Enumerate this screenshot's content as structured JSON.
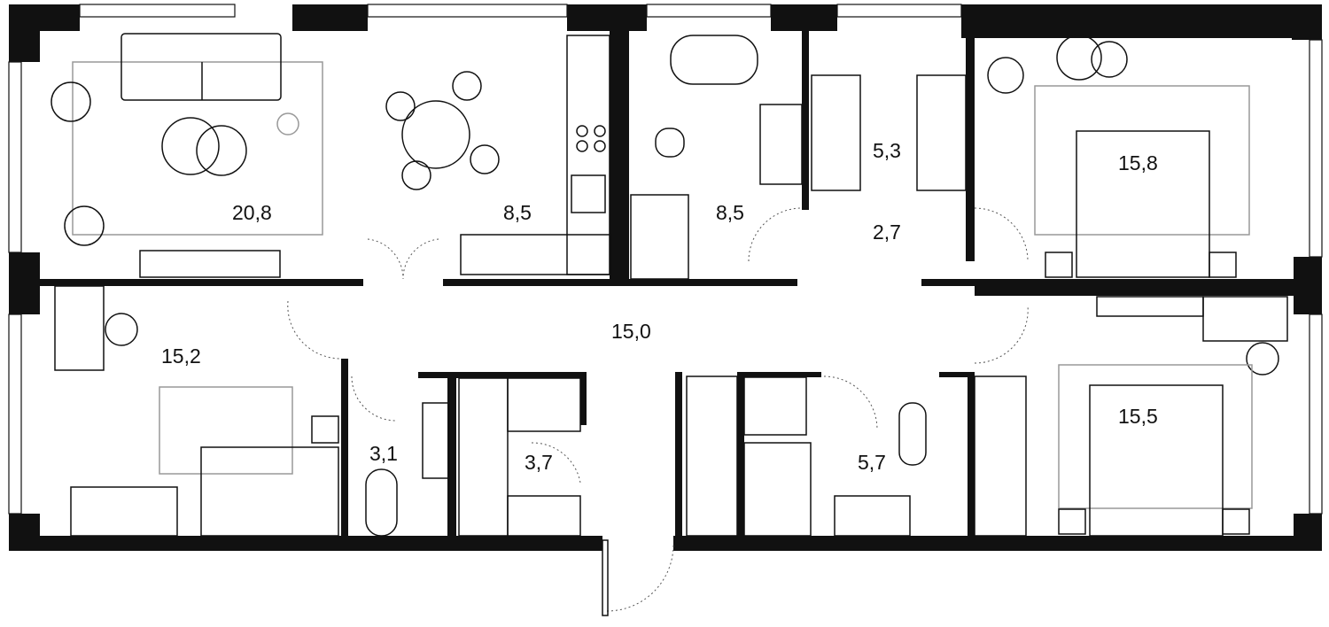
{
  "plan": {
    "rooms": [
      {
        "id": "living",
        "area": "20,8"
      },
      {
        "id": "kitchen",
        "area": "8,5"
      },
      {
        "id": "bathroom-1",
        "area": "8,5"
      },
      {
        "id": "wardrobe-1",
        "area": "5,3"
      },
      {
        "id": "hall-small",
        "area": "2,7"
      },
      {
        "id": "bedroom-1",
        "area": "15,8"
      },
      {
        "id": "bedroom-2",
        "area": "15,2"
      },
      {
        "id": "hall",
        "area": "15,0"
      },
      {
        "id": "wc",
        "area": "3,1"
      },
      {
        "id": "wardrobe-2",
        "area": "3,7"
      },
      {
        "id": "bathroom-2",
        "area": "5,7"
      },
      {
        "id": "bedroom-3",
        "area": "15,5"
      }
    ]
  }
}
